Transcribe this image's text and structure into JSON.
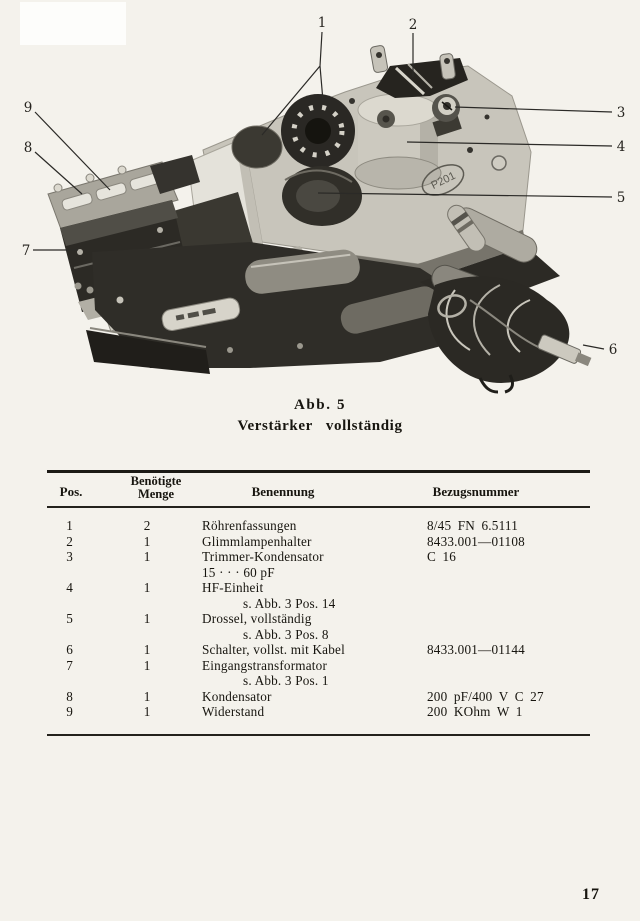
{
  "figure": {
    "callouts": [
      "1",
      "2",
      "3",
      "4",
      "5",
      "6",
      "7",
      "8",
      "9"
    ],
    "stamp_label": "P201",
    "caption": {
      "line1": "Abb. 5",
      "line2": "Verstärker vollständig"
    }
  },
  "table": {
    "headers": {
      "pos": "Pos.",
      "qty_line1": "Benötigte",
      "qty_line2": "Menge",
      "name": "Benennung",
      "ref": "Bezugsnummer"
    },
    "rows": [
      {
        "pos": "1",
        "qty": "2",
        "name": "Röhrenfassungen",
        "ref": "8/45 FN 6.5111"
      },
      {
        "pos": "2",
        "qty": "1",
        "name": "Glimmlampenhalter",
        "ref": "8433.001—01108"
      },
      {
        "pos": "3",
        "qty": "1",
        "name": "Trimmer-Kondensator",
        "ref": "C 16"
      },
      {
        "pos": "",
        "qty": "",
        "name": "15 · · · 60 pF",
        "ref": ""
      },
      {
        "pos": "4",
        "qty": "1",
        "name": "HF-Einheit",
        "ref": ""
      },
      {
        "pos": "",
        "qty": "",
        "name": "s. Abb. 3 Pos. 14",
        "ref": ""
      },
      {
        "pos": "5",
        "qty": "1",
        "name": "Drossel, vollständig",
        "ref": ""
      },
      {
        "pos": "",
        "qty": "",
        "name": "s. Abb. 3 Pos. 8",
        "ref": ""
      },
      {
        "pos": "6",
        "qty": "1",
        "name": "Schalter, vollst. mit Kabel",
        "ref": "8433.001—01144"
      },
      {
        "pos": "7",
        "qty": "1",
        "name": "Eingangstransformator",
        "ref": ""
      },
      {
        "pos": "",
        "qty": "",
        "name": "s. Abb. 3 Pos. 1",
        "ref": ""
      },
      {
        "pos": "8",
        "qty": "1",
        "name": "Kondensator",
        "ref": "200 pF/400 V C 27"
      },
      {
        "pos": "9",
        "qty": "1",
        "name": "Widerstand",
        "ref": "200 KOhm W 1"
      }
    ]
  },
  "page": {
    "number": "17"
  }
}
